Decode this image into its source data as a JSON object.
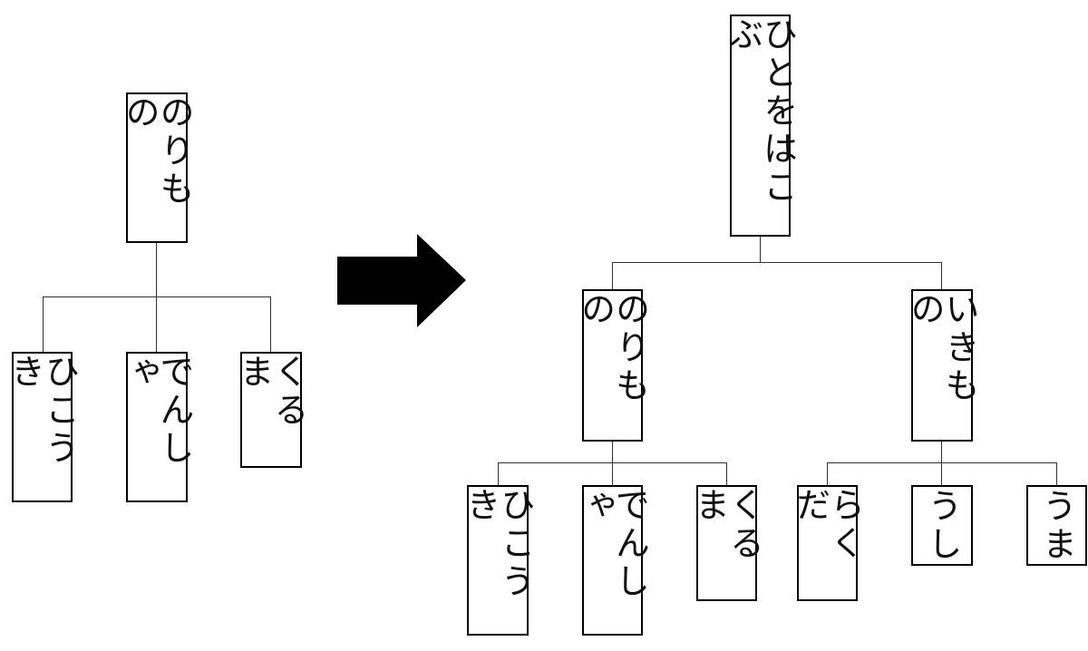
{
  "left_tree": {
    "root": "のりもの",
    "children": [
      "ひこうき",
      "でんしゃ",
      "くるま"
    ]
  },
  "transform_arrow": "right-arrow-icon",
  "right_tree": {
    "root": "ひとをはこぶ",
    "groups": [
      {
        "label": "のりもの",
        "children": [
          "ひこうき",
          "でんしゃ",
          "くるま"
        ]
      },
      {
        "label": "いきもの",
        "children": [
          "らくだ",
          "うし",
          "うま"
        ]
      }
    ]
  },
  "colors": {
    "stroke": "#000000",
    "text": "#111111",
    "background": "#ffffff"
  }
}
